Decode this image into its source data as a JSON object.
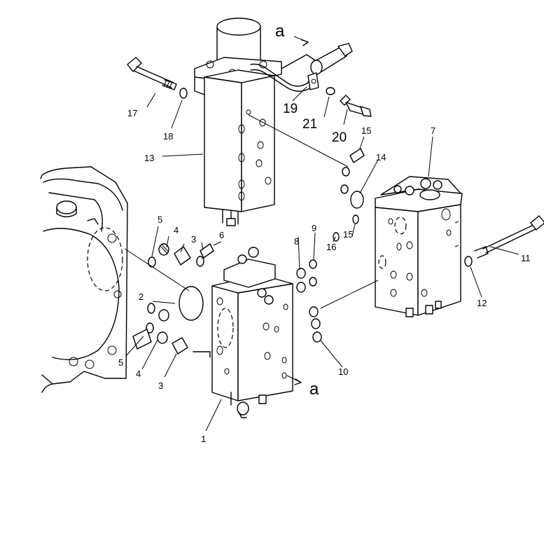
{
  "diagram": {
    "callouts": [
      {
        "id": "c1",
        "text": "1"
      },
      {
        "id": "c2",
        "text": "2"
      },
      {
        "id": "c3a",
        "text": "3"
      },
      {
        "id": "c3b",
        "text": "3"
      },
      {
        "id": "c4a",
        "text": "4"
      },
      {
        "id": "c4b",
        "text": "4"
      },
      {
        "id": "c5a",
        "text": "5"
      },
      {
        "id": "c5b",
        "text": "5"
      },
      {
        "id": "c6",
        "text": "6"
      },
      {
        "id": "c7",
        "text": "7"
      },
      {
        "id": "c8",
        "text": "8"
      },
      {
        "id": "c9",
        "text": "9"
      },
      {
        "id": "c10",
        "text": "10"
      },
      {
        "id": "c11",
        "text": "11"
      },
      {
        "id": "c12",
        "text": "12"
      },
      {
        "id": "c13",
        "text": "13"
      },
      {
        "id": "c14",
        "text": "14"
      },
      {
        "id": "c15a",
        "text": "15"
      },
      {
        "id": "c15b",
        "text": "15"
      },
      {
        "id": "c16",
        "text": "16"
      },
      {
        "id": "c17",
        "text": "17"
      },
      {
        "id": "c18",
        "text": "18"
      },
      {
        "id": "c19",
        "text": "19"
      },
      {
        "id": "c20",
        "text": "20"
      },
      {
        "id": "c21",
        "text": "21"
      }
    ],
    "reference_marks": [
      {
        "id": "ra_top",
        "text": "a"
      },
      {
        "id": "ra_bottom",
        "text": "a"
      }
    ]
  }
}
